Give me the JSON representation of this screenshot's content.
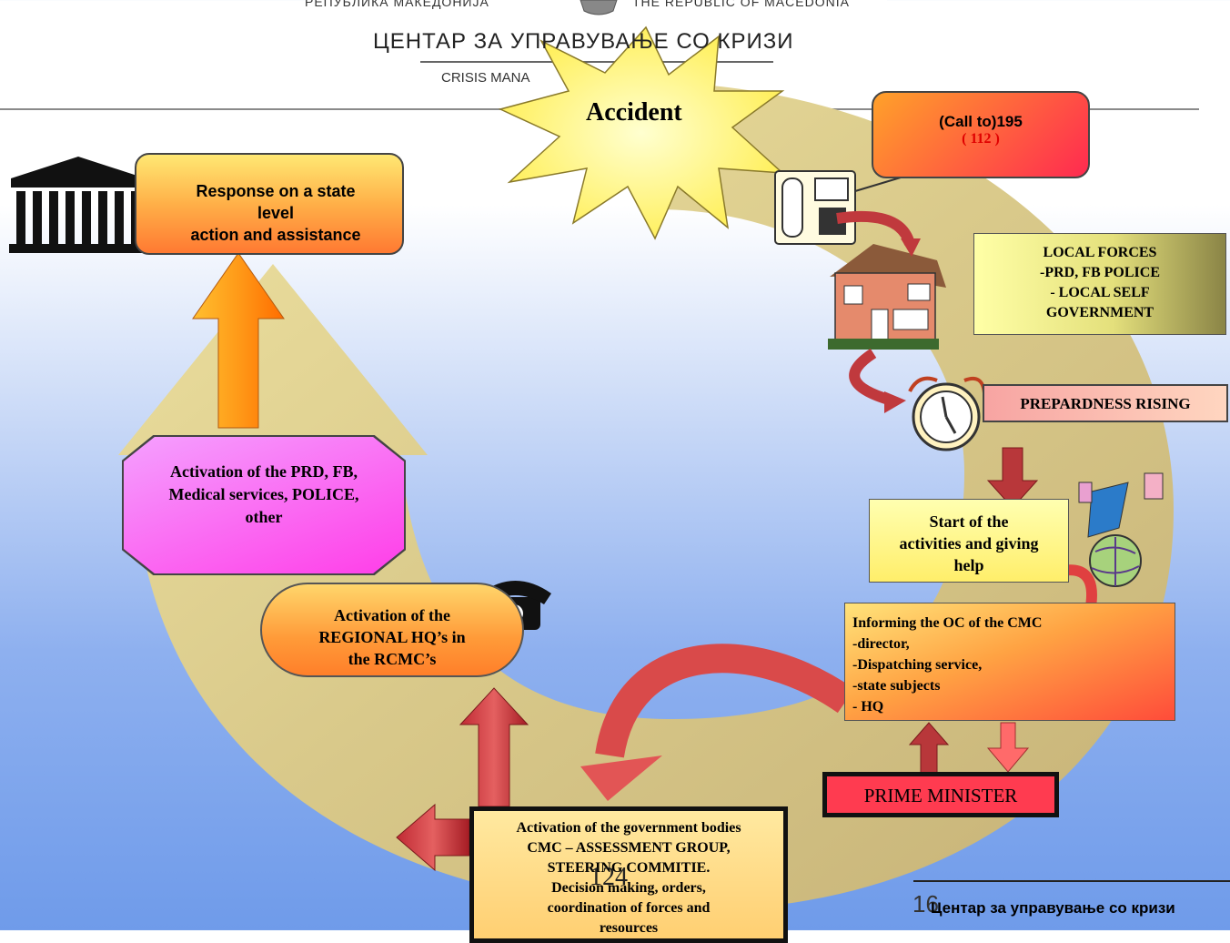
{
  "header": {
    "republic_mk": "РЕПУБЛИКА МАКЕДОНИЈА",
    "republic_en": "THE REPUBLIC OF MACEDONIA",
    "title": "ЦЕНТАР ЗА УПРАВУВАЊЕ СО КРИЗИ",
    "subtitle": "CRISIS MANA"
  },
  "diagram": {
    "accident": "Accident",
    "call_line1": "(Call to)195",
    "call_line2": "( 112 )",
    "state_response": [
      "Response on a state",
      "level",
      "action and assistance"
    ],
    "local_forces": [
      "LOCAL FORCES",
      "-PRD, FB POLICE",
      "- LOCAL SELF",
      "GOVERNMENT"
    ],
    "preparedness": "PREPARDNESS RISING",
    "start_activities": [
      "Start of the",
      "activities and giving",
      "help"
    ],
    "informing": [
      "Informing the OC of the CMC",
      "-director,",
      "-Dispatching service,",
      "-state subjects",
      "- HQ"
    ],
    "prime_minister": "PRIME MINISTER",
    "regional": [
      "Activation of the",
      "REGIONAL HQ’s in",
      "the RCMC’s"
    ],
    "activation_services": [
      "Activation of the PRD, FB,",
      "Medical services, POLICE,",
      "other"
    ],
    "government_bodies": [
      "Activation of the government bodies",
      "CMC – ASSESSMENT GROUP,",
      "STEERING COMMITIE.",
      "Decision making, orders,",
      "coordination of forces and",
      "resources"
    ],
    "overlay_number": "124"
  },
  "footer": {
    "page_number": "16",
    "text": "Центар за управување со кризи"
  }
}
